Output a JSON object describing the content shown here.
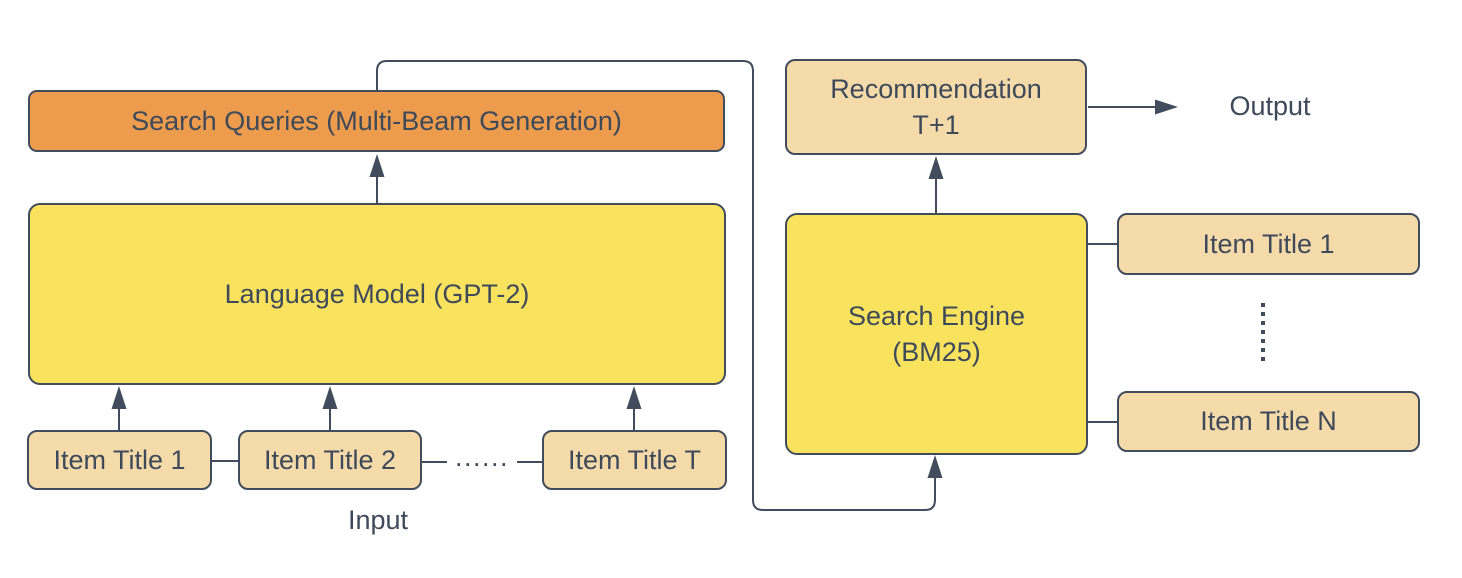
{
  "colors": {
    "orange_fill": "#ED9B4C",
    "yellow_fill": "#F9E25E",
    "tan_fill": "#F6DBAA",
    "stroke": "#414D5C",
    "text": "#3E4A59",
    "background": "#FFFFFF"
  },
  "pipeline_left": {
    "search_queries_label": "Search Queries (Multi-Beam Generation)",
    "language_model_label": "Language Model (GPT-2)",
    "items": [
      {
        "label": "Item Title 1"
      },
      {
        "label": "Item Title 2"
      },
      {
        "label": "Item Title T"
      }
    ],
    "ellipsis": "......",
    "input_label": "Input"
  },
  "pipeline_right": {
    "recommendation": {
      "line1": "Recommendation",
      "line2": "T+1"
    },
    "output_label": "Output",
    "search_engine": {
      "line1": "Search Engine",
      "line2": "(BM25)"
    },
    "items": [
      {
        "label": "Item Title 1"
      },
      {
        "label": "Item Title N"
      }
    ]
  }
}
